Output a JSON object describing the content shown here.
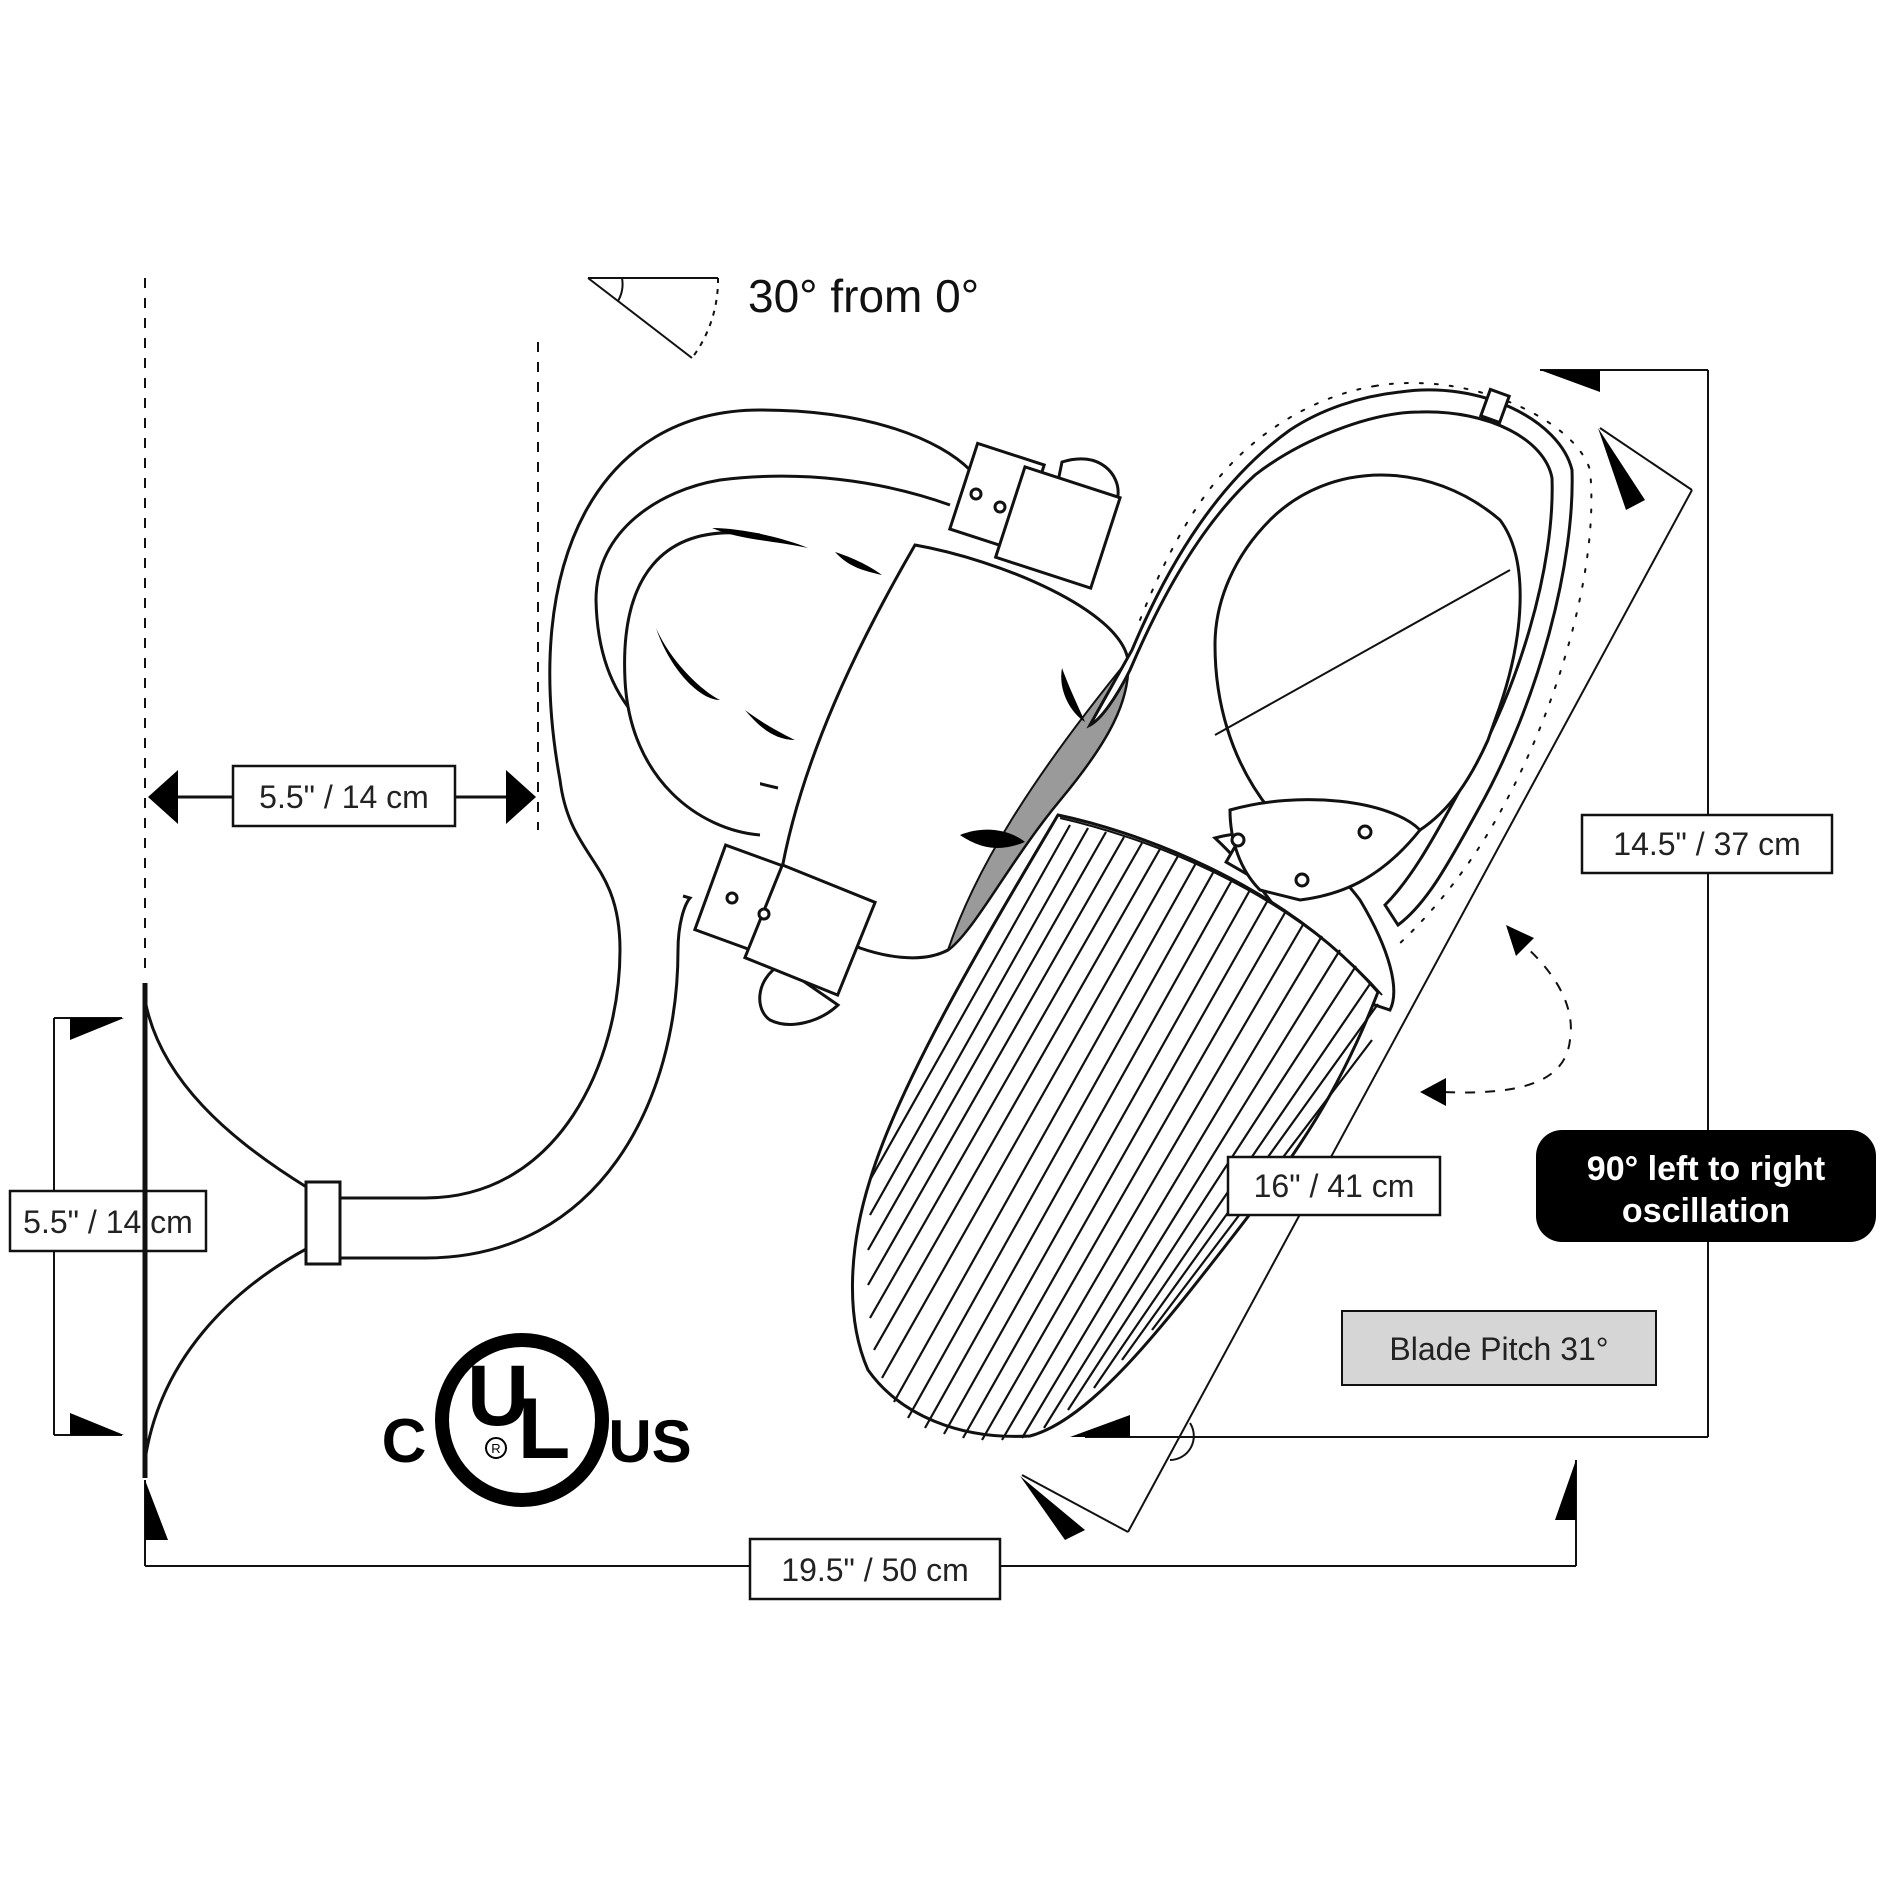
{
  "angle_label": "30° from 0°",
  "dimensions": {
    "arm_depth": "5.5\" / 14 cm",
    "plate_height": "5.5\" / 14 cm",
    "total_width": "19.5\" / 50 cm",
    "total_height": "14.5\" / 37 cm",
    "head_diameter": "16\" / 41 cm"
  },
  "oscillation": {
    "line1": "90° left to right",
    "line2": "oscillation"
  },
  "blade_pitch": "Blade Pitch 31°",
  "certification": {
    "left": "C",
    "center_u": "U",
    "center_l": "L",
    "registered": "R",
    "right": "US"
  },
  "colors": {
    "line": "#111111",
    "badge_bg": "#000000",
    "badge_text": "#ffffff",
    "pitch_box": "#d6d6d6"
  }
}
